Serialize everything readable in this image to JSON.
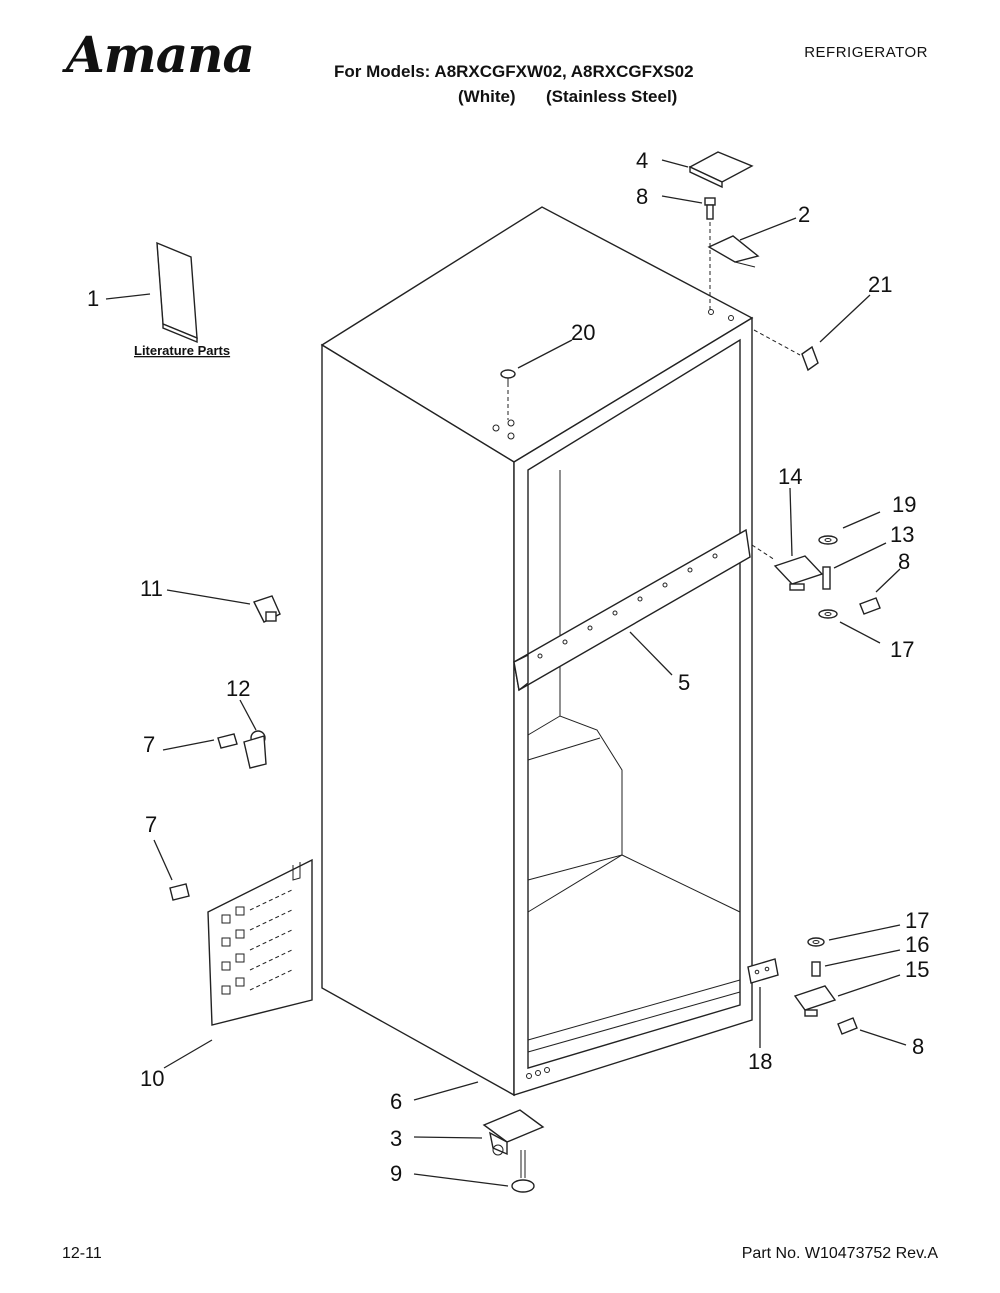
{
  "header": {
    "brand": "Amana",
    "category": "REFRIGERATOR",
    "models_line": "For Models: A8RXCGFXW02, A8RXCGFXS02",
    "variant_white": "(White)",
    "variant_steel": "(Stainless Steel)"
  },
  "literature_label": "Literature Parts",
  "callouts": {
    "c1": "1",
    "c2": "2",
    "c3": "3",
    "c4": "4",
    "c5": "5",
    "c6": "6",
    "c7a": "7",
    "c7b": "7",
    "c8a": "8",
    "c8b": "8",
    "c8c": "8",
    "c9": "9",
    "c10": "10",
    "c11": "11",
    "c12": "12",
    "c13": "13",
    "c14": "14",
    "c15": "15",
    "c16": "16",
    "c17a": "17",
    "c17b": "17",
    "c18": "18",
    "c19": "19",
    "c20": "20",
    "c21": "21"
  },
  "footer": {
    "date": "12-11",
    "part_number": "Part No. W10473752 Rev.A"
  }
}
